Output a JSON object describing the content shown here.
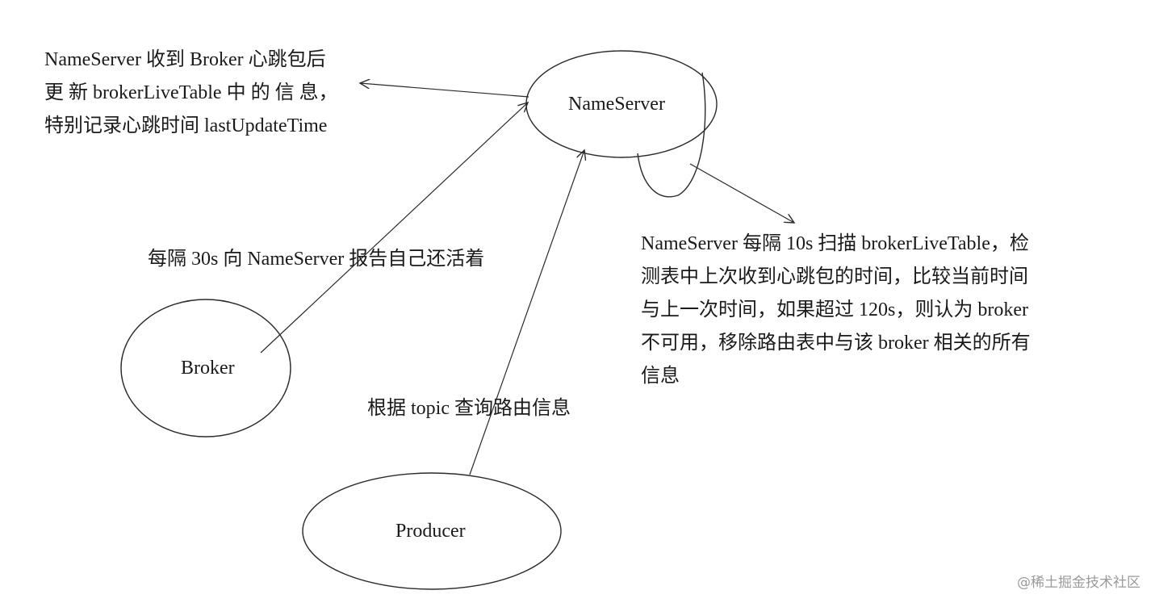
{
  "nodes": {
    "nameserver": {
      "label": "NameServer"
    },
    "broker": {
      "label": "Broker"
    },
    "producer": {
      "label": "Producer"
    }
  },
  "annotations": {
    "nameserver_update": {
      "lines": [
        "NameServer 收到 Broker 心跳包后",
        "更 新 brokerLiveTable 中 的 信 息，",
        "特别记录心跳时间 lastUpdateTime"
      ]
    },
    "broker_heartbeat": {
      "text": "每隔 30s 向 NameServer 报告自己还活着"
    },
    "producer_query": {
      "text": "根据 topic 查询路由信息"
    },
    "nameserver_scan": {
      "lines": [
        "NameServer 每隔 10s 扫描 brokerLiveTable，检",
        "测表中上次收到心跳包的时间，比较当前时间",
        "与上一次时间，如果超过 120s，则认为 broker",
        "不可用，移除路由表中与该 broker 相关的所有",
        "信息"
      ]
    }
  },
  "watermark": "@稀土掘金技术社区",
  "colors": {
    "stroke": "#2a2a2a",
    "text": "#1a1a1a",
    "watermark": "#9a9a9a"
  }
}
